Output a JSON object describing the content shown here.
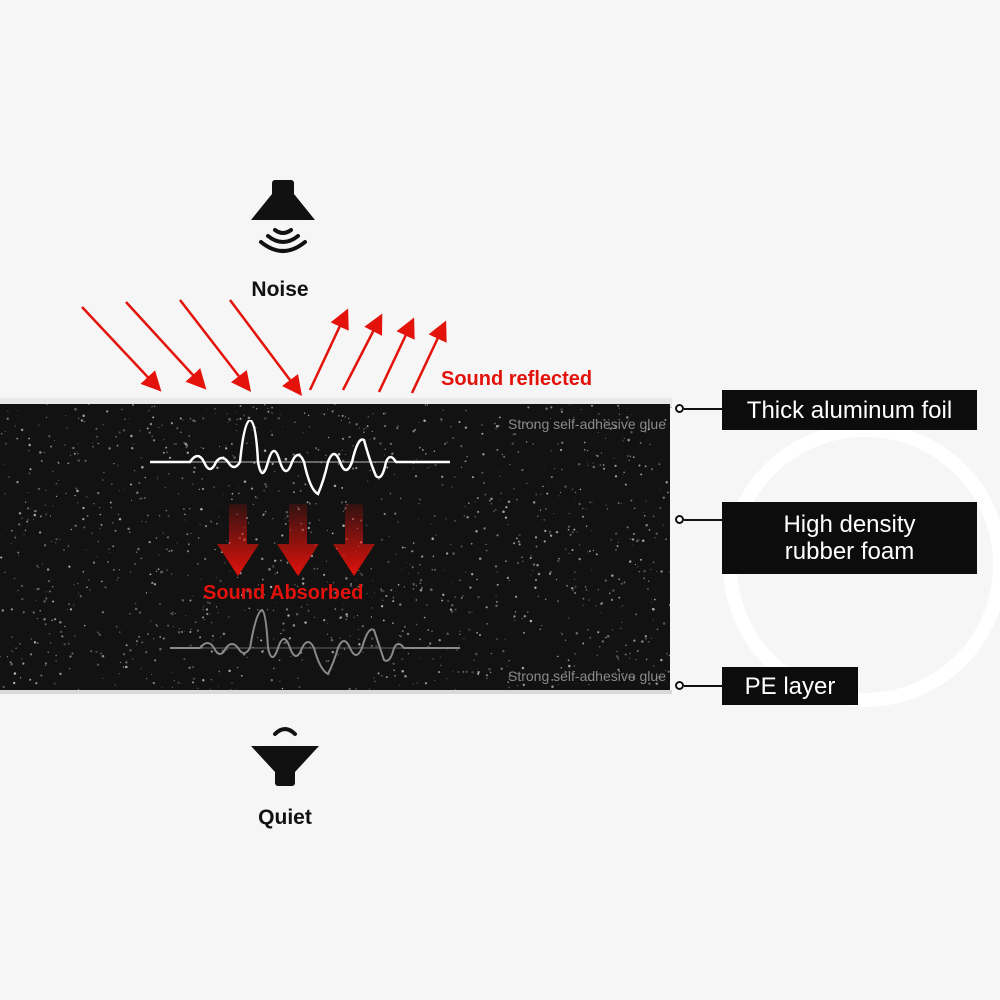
{
  "noise_label": "Noise",
  "quiet_label": "Quiet",
  "reflected_label": "Sound reflected",
  "absorbed_label": "Sound Absorbed",
  "glue_top": "Strong self-adhesive glue",
  "glue_bottom": "Strong self-adhesive glue",
  "layers": {
    "top": "Thick aluminum foil",
    "middle_line1": "High density",
    "middle_line2": "rubber foam",
    "bottom": "PE layer"
  },
  "colors": {
    "accent_red": "#e3120b",
    "foam": "#121212",
    "label_bg": "#0c0c0c",
    "background": "#f6f6f6"
  },
  "icons": {
    "noise": "speaker-with-sound-waves-icon",
    "quiet": "muted-speaker-icon"
  }
}
